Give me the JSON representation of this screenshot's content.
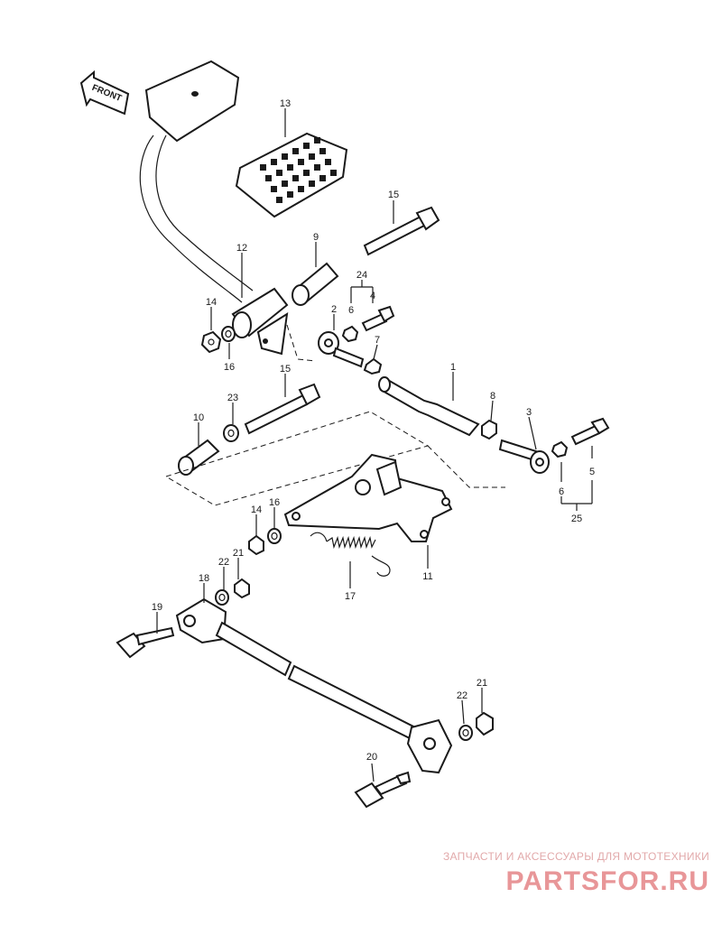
{
  "diagram": {
    "front_label": "FRONT",
    "callouts": {
      "p1": "1",
      "p2": "2",
      "p3": "3",
      "p4": "4",
      "p5": "5",
      "p6a": "6",
      "p6b": "6",
      "p7": "7",
      "p8": "8",
      "p9": "9",
      "p10": "10",
      "p11": "11",
      "p12": "12",
      "p13": "13",
      "p14a": "14",
      "p14b": "14",
      "p15a": "15",
      "p15b": "15",
      "p16a": "16",
      "p16b": "16",
      "p17": "17",
      "p18": "18",
      "p19": "19",
      "p20": "20",
      "p21a": "21",
      "p21b": "21",
      "p22a": "22",
      "p22b": "22",
      "p23": "23",
      "p24": "24",
      "p25": "25"
    }
  },
  "watermark": {
    "tagline": "ЗАПЧАСТИ И АКСЕССУАРЫ ДЛЯ МОТОТЕХНИКИ",
    "logo": "PARTSFOR.RU",
    "color": "#e89698"
  }
}
